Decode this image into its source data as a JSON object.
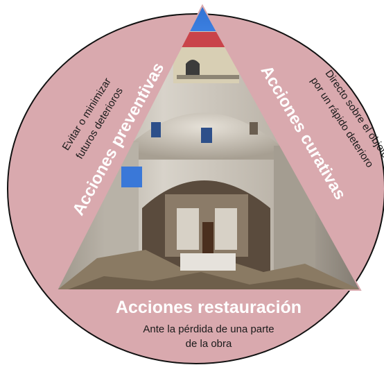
{
  "segments": {
    "preventive": {
      "title": "Acciones preventivas",
      "description_line1": "Evitar o minimizar",
      "description_line2": "futuros deterioros"
    },
    "curative": {
      "title": "Acciones curativas",
      "description_line1": "Directo sobre el objeto",
      "description_line2": "por un rápido deterioro"
    },
    "restoration": {
      "title": "Acciones restauración",
      "description_line1": "Ante la pérdida de una parte",
      "description_line2": "de la obra"
    }
  },
  "colors": {
    "circle_fill": "#d9a9ae",
    "circle_stroke": "#111111",
    "title_text": "#ffffff",
    "description_text": "#1a1a1a"
  },
  "image": {
    "subject": "ruined-church-interior-photo"
  }
}
